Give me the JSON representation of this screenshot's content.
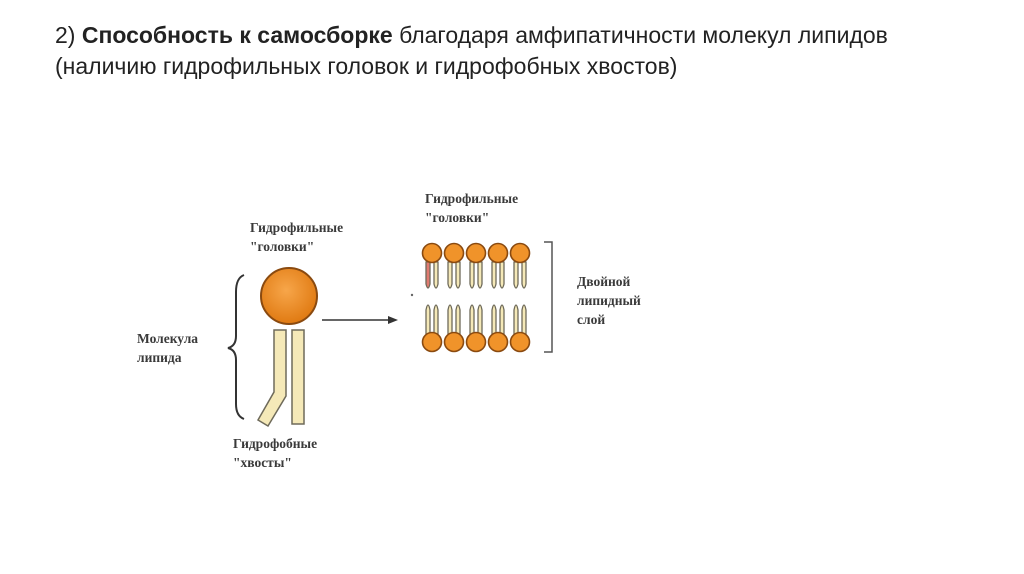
{
  "title": {
    "prefix": "2) ",
    "bold": "Способность к самосборке",
    "rest": " благодаря амфипатичности молекул липидов (наличию гидрофильных головок и гидрофобных хвостов)"
  },
  "diagram": {
    "left": {
      "heads_line1": "Гидрофильные",
      "heads_line2": "\"головки\"",
      "molecule_line1": "Молекула",
      "molecule_line2": "липида",
      "tails_line1": "Гидрофобные",
      "tails_line2": "\"хвосты\""
    },
    "right": {
      "heads_line1": "Гидрофильные",
      "heads_line2": "\"головки\"",
      "bilayer_line1": "Двойной",
      "bilayer_line2": "липидный",
      "bilayer_line3": "слой"
    },
    "colors": {
      "head": "#f0932a",
      "head_outline": "#8a4a10",
      "tail": "#f5e9b8",
      "tail_outline": "#6e6a5a"
    }
  }
}
